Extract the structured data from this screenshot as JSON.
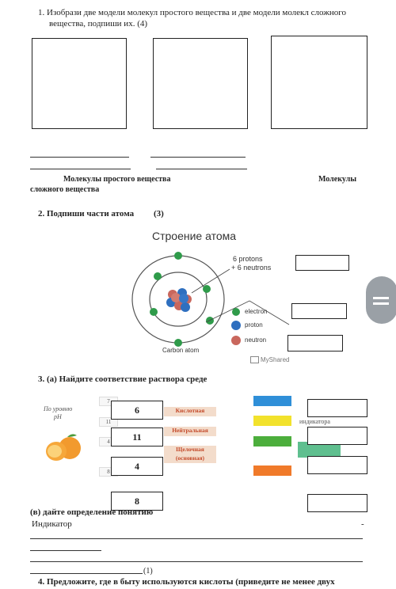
{
  "task1": {
    "text_line1": "1. Изобрази две модели  молекул простого вещества и две модели молекл сложного",
    "text_line2": "вещества, подпиши их. (4)",
    "caption_simple": "Молекулы простого вещества",
    "caption_complex_a": "Молекулы",
    "caption_complex_b": "сложного вещества"
  },
  "task2": {
    "text": "2. Подпиши части атома",
    "points": "(3)",
    "figure_title": "Строение атома",
    "label_protons_neutrons_1": "6 protons",
    "label_protons_neutrons_2": "+ 6 neutrons",
    "legend_electron": "electron",
    "legend_proton": "proton",
    "legend_neutron": "neutron",
    "caption": "Carbon atom",
    "watermark": "MyShared"
  },
  "task3a": {
    "text": "3. (a) Найдите соответствие раствора среде",
    "ph_label_1": "По уровню",
    "ph_label_2": "pH",
    "ph_values": [
      "7",
      "11",
      "4",
      "8"
    ],
    "answers": [
      "6",
      "11",
      "4",
      "8"
    ],
    "environments": [
      "Кислотная",
      "Нейтральная",
      "Щелочная",
      "(основная)"
    ],
    "indicator_fragment": "индикатора",
    "swatch_colors": [
      "#2f8fd8",
      "#f2e22c",
      "#4cae3c",
      "#f07a2a"
    ]
  },
  "task3b": {
    "text": "(в) дайте определение понятию",
    "term": "Индикатор",
    "dash": "-",
    "points": "(1)"
  },
  "task4": {
    "text": "4. Предложите, где в быту используются кислоты (приведите не менее двух"
  }
}
